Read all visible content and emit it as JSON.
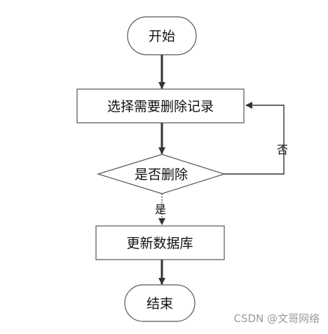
{
  "diagram": {
    "type": "flowchart",
    "nodes": {
      "start": {
        "label": "开始"
      },
      "select": {
        "label": "选择需要删除记录"
      },
      "decision": {
        "label": "是否删除"
      },
      "update": {
        "label": "更新数据库"
      },
      "end": {
        "label": "结束"
      }
    },
    "edges": {
      "yes_label": "是",
      "no_label": "否"
    },
    "colors": {
      "stroke": "#555555",
      "arrow": "#333333",
      "text": "#111111"
    }
  },
  "watermark": {
    "text": "CSDN @文哥网络"
  }
}
